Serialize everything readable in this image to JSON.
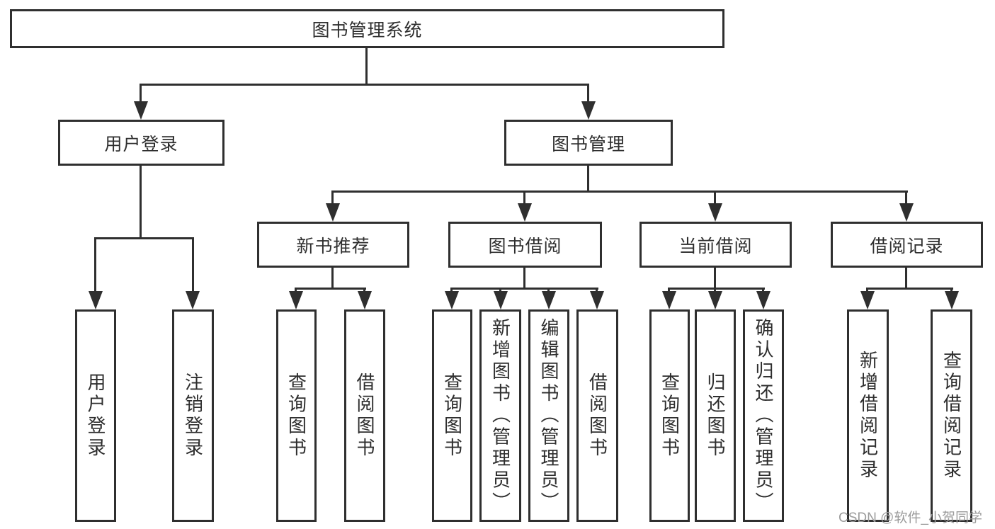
{
  "diagram_type": "hierarchy-tree",
  "colors": {
    "background": "#ffffff",
    "box_border": "#2f2f2f",
    "connector_line": "#2f2f2f",
    "label_text": "#2e2e2e",
    "watermark_text": "#9b9b9b"
  },
  "watermark": {
    "text": "CSDN @软件_小贺同学"
  },
  "tree": {
    "root": {
      "label": "图书管理系统"
    },
    "children": [
      {
        "label": "用户登录",
        "children": [
          {
            "label": "用户登录"
          },
          {
            "label": "注销登录"
          }
        ]
      },
      {
        "label": "图书管理",
        "children": [
          {
            "label": "新书推荐",
            "children": [
              {
                "label": "查询图书"
              },
              {
                "label": "借阅图书"
              }
            ]
          },
          {
            "label": "图书借阅",
            "children": [
              {
                "label": "查询图书"
              },
              {
                "label": "新增图书（管理员）"
              },
              {
                "label": "编辑图书（管理员）"
              },
              {
                "label": "借阅图书"
              }
            ]
          },
          {
            "label": "当前借阅",
            "children": [
              {
                "label": "查询图书"
              },
              {
                "label": "归还图书"
              },
              {
                "label": "确认归还（管理员）"
              }
            ]
          },
          {
            "label": "借阅记录",
            "children": [
              {
                "label": "新增借阅记录"
              },
              {
                "label": "查询借阅记录"
              }
            ]
          }
        ]
      }
    ]
  }
}
